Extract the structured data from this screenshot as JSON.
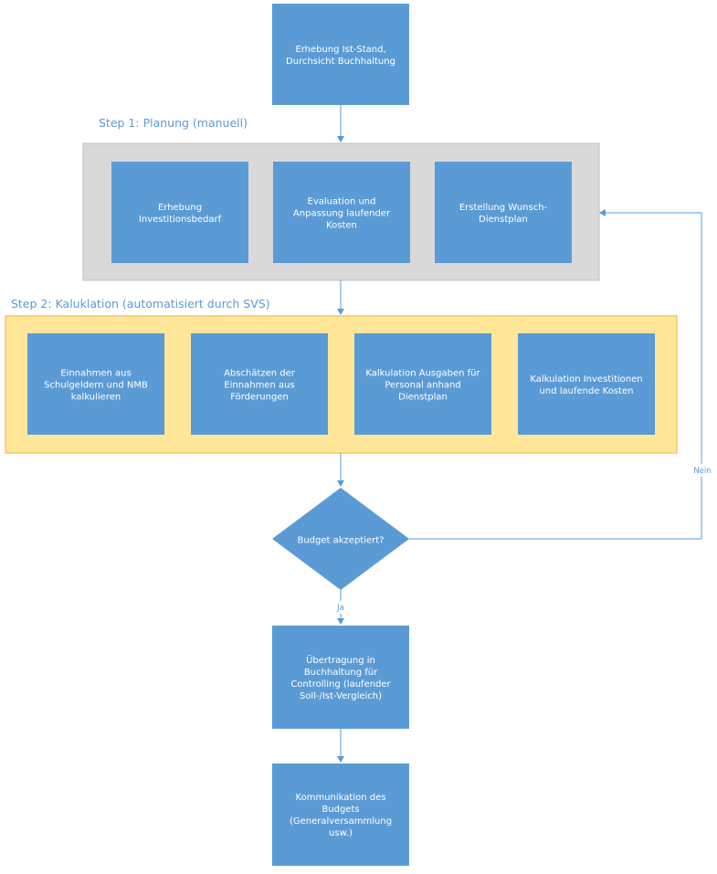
{
  "diagram": {
    "type": "flowchart",
    "colors": {
      "box_fill": "#5b9bd5",
      "box_text": "#ffffff",
      "connector": "#5b9bd5",
      "step1_group_fill": "#d9d9d9",
      "step1_group_border": "#bfbfbf",
      "step2_group_fill": "#ffe699",
      "step2_group_border": "#f4c96b",
      "label_color": "#5b9bd5"
    },
    "start": {
      "lines": [
        "Erhebung Ist-Stand,",
        "Durchsicht Buchhaltung"
      ]
    },
    "step1": {
      "label": "Step 1: Planung (manuell)",
      "boxes": [
        {
          "lines": [
            "Erhebung",
            "Investitionsbedarf"
          ]
        },
        {
          "lines": [
            "Evaluation und",
            "Anpassung laufender",
            "Kosten"
          ]
        },
        {
          "lines": [
            "Erstellung Wunsch-",
            "Dienstplan"
          ]
        }
      ]
    },
    "step2": {
      "label": "Step 2: Kaluklation (automatisiert durch SVS)",
      "boxes": [
        {
          "lines": [
            "Einnahmen aus",
            "Schulgeldern und NMB",
            "kalkulieren"
          ]
        },
        {
          "lines": [
            "Abschätzen der",
            "Einnahmen aus",
            "Förderungen"
          ]
        },
        {
          "lines": [
            "Kalkulation Ausgaben für",
            "Personal anhand",
            "Dienstplan"
          ]
        },
        {
          "lines": [
            "Kalkulation Investitionen",
            "und laufende Kosten"
          ]
        }
      ]
    },
    "decision": {
      "lines": [
        "Budget akzeptiert?"
      ],
      "yes_label": "Ja",
      "no_label": "Nein"
    },
    "transfer": {
      "lines": [
        "Übertragung in",
        "Buchhaltung für",
        "Controlling (laufender",
        "Soll-/Ist-Vergleich)"
      ]
    },
    "communication": {
      "lines": [
        "Kommunikation des",
        "Budgets",
        "(Generalversammlung",
        "usw.)"
      ]
    }
  }
}
